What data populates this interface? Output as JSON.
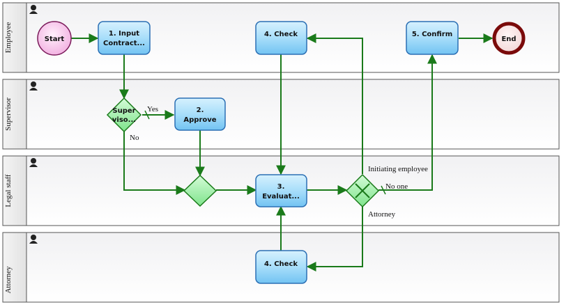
{
  "lanes": [
    {
      "label": "Employee"
    },
    {
      "label": "Supervisor"
    },
    {
      "label": "Legal staff"
    },
    {
      "label": "Attorney"
    }
  ],
  "nodes": {
    "start": "Start",
    "end": "End",
    "input_contract": [
      "1. Input",
      "Contract..."
    ],
    "approve": [
      "2.",
      "Approve"
    ],
    "evaluate": [
      "3.",
      "Evaluat..."
    ],
    "check_employee": "4. Check",
    "check_attorney": "4. Check",
    "confirm": "5. Confirm",
    "supervisor_gateway": [
      "Super",
      "viso..."
    ]
  },
  "edges": {
    "yes": "Yes",
    "no": "No",
    "initiating_employee": "Initiating employee",
    "no_one": "No one",
    "attorney": "Attorney"
  },
  "colors": {
    "flow": "#1a7a1a",
    "task_fill": "#8fd3f7",
    "task_border": "#2b6fb4",
    "gateway_fill": "#9ef0a8",
    "start_fill": "#f7c6ec",
    "end_border": "#7a0a0a"
  }
}
